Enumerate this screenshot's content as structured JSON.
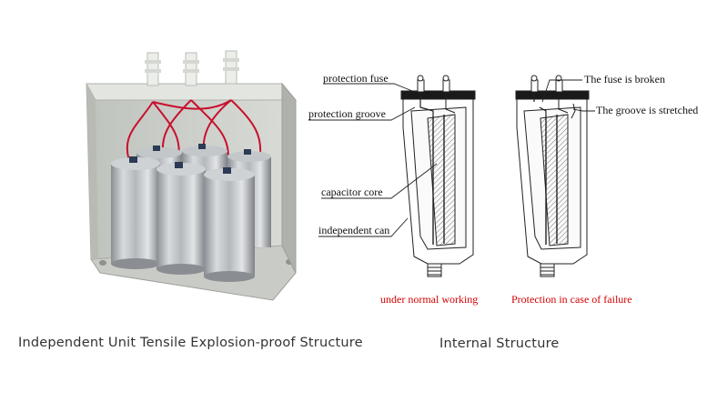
{
  "photo": {
    "alt": "Capacitor bank photo"
  },
  "diagram": {
    "left_labels": {
      "fuse": "protection fuse",
      "groove": "protection groove",
      "core": "capacitor core",
      "can": "independent can"
    },
    "right_labels": {
      "fuse_broken": "The fuse is broken",
      "groove_stretched": "The groove is stretched"
    },
    "state_left": "under normal working",
    "state_right": "Protection in case of failure"
  },
  "captions": {
    "left": "Independent Unit Tensile Explosion-proof Structure",
    "right": "Internal Structure"
  },
  "colors": {
    "state_text": "#d40000",
    "caption_text": "#333333"
  }
}
